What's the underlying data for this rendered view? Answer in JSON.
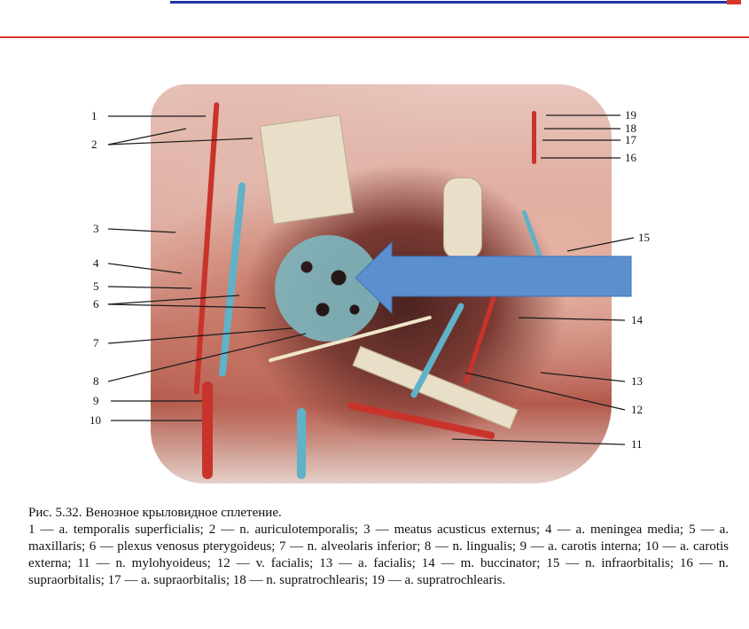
{
  "header": {
    "top_line_color": "#2233a6",
    "accent_color": "#d9362b"
  },
  "figure": {
    "labels": {
      "l1": "1",
      "l2": "2",
      "l3": "3",
      "l4": "4",
      "l5": "5",
      "l6": "6",
      "l7": "7",
      "l8": "8",
      "l9": "9",
      "l10": "10",
      "l11": "11",
      "l12": "12",
      "l13": "13",
      "l14": "14",
      "l15": "15",
      "l16": "16",
      "l17": "17",
      "l18": "18",
      "l19": "19"
    },
    "arrow_color": "#5b8fd0"
  },
  "caption": {
    "title": "Рис. 5.32. Венозное крыловидное сплетение.",
    "body": "1 — a. temporalis superficialis; 2 — n. auriculotemporalis; 3 — meatus acusticus externus; 4 — a. meningea media; 5 — a. maxillaris; 6 — plexus venosus pterygoideus; 7 — n. alveolaris inferior; 8 — n. lingualis; 9 — a. carotis interna; 10 — a. carotis externa; 11 — n. mylohyoideus; 12 — v. facialis; 13 — a. facialis; 14 — m. buccinator; 15 — n. infraorbitalis; 16 — n. supraorbitalis; 17 — a. supraorbitalis; 18 — n. supratrochlearis; 19 — a. supratrochlearis."
  }
}
